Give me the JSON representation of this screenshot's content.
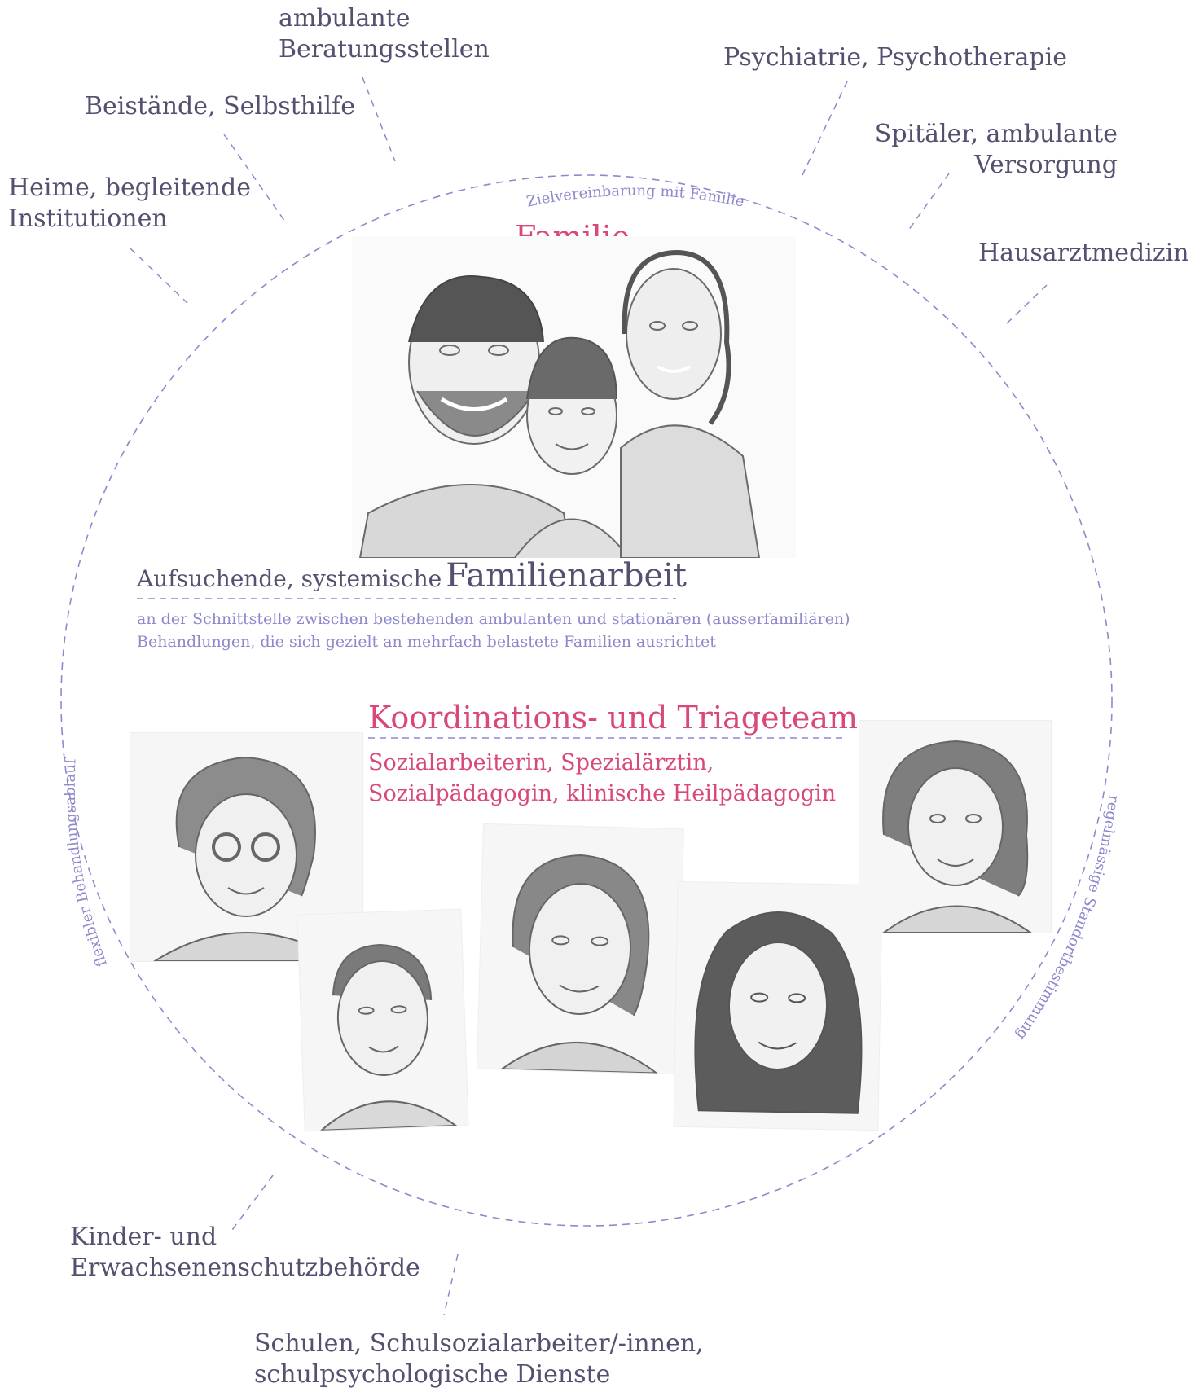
{
  "circle_labels": {
    "top": "Zielvereinbarung mit Familie",
    "left": "flexibler Behandlungsablauf",
    "right": "regelmässige Standortbestimmung"
  },
  "partners": {
    "ambulante_beratung": [
      "ambulante",
      "Beratungsstellen"
    ],
    "beistaende": "Beistände, Selbsthilfe",
    "heime": [
      "Heime, begleitende",
      "Institutionen"
    ],
    "psychiatrie": "Psychiatrie, Psychotherapie",
    "spitaeler": [
      "Spitäler, ambulante",
      "Versorgung"
    ],
    "hausarzt": "Hausarztmedizin",
    "kesb": [
      "Kinder- und",
      "Erwachsenenschutzbehörde"
    ],
    "schulen": [
      "Schulen, Schulsozialarbeiter/-innen,",
      "schulpsychologische Dienste"
    ]
  },
  "familie": {
    "title": "Familie"
  },
  "familienarbeit": {
    "prefix": "Aufsuchende, systemische",
    "title": "Familienarbeit",
    "description": [
      "an der Schnittstelle zwischen bestehenden ambulanten und stationären (ausserfamiliären)",
      "Behandlungen, die sich gezielt an mehrfach belastete Familien ausrichtet"
    ]
  },
  "team": {
    "title": "Koordinations- und Triageteam",
    "members": [
      "Sozialarbeiterin, Spezialärztin,",
      "Sozialpädagogin, klinische Heilpädagogin"
    ]
  },
  "colors": {
    "accent_pink": "#d9487a",
    "text_dark": "#55506f",
    "dash_blue": "#8d89cc"
  }
}
